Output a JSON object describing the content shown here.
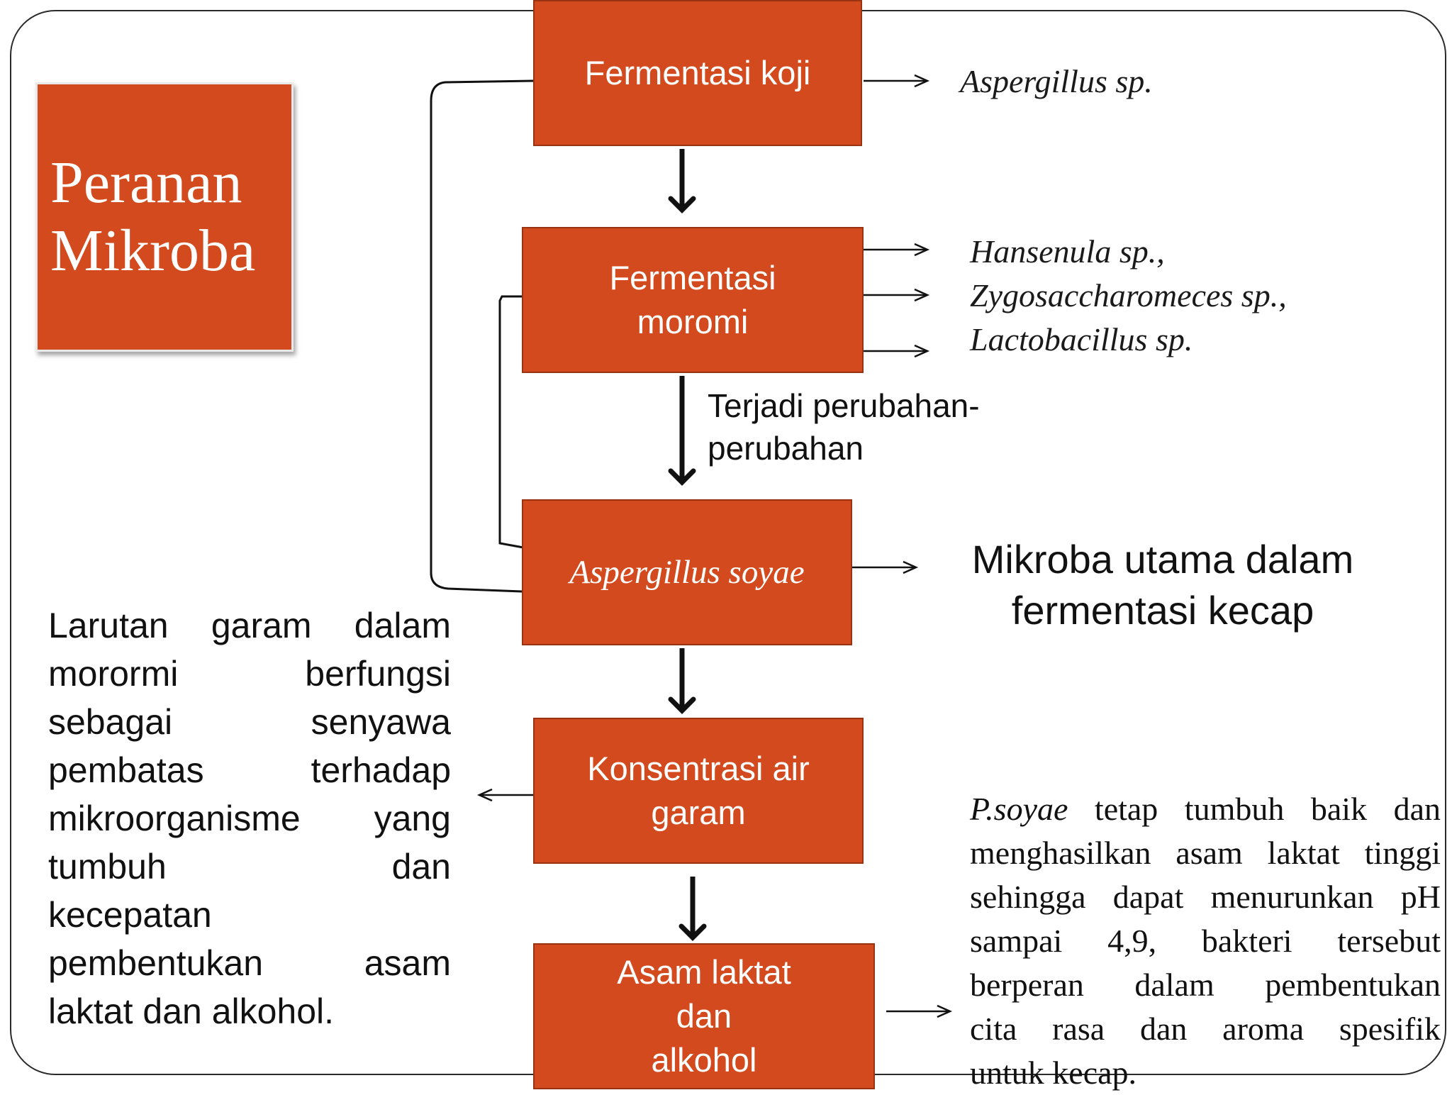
{
  "title": {
    "line1": "Peranan",
    "line2": "Mikroba"
  },
  "colors": {
    "box": "#d24a1d",
    "box_border": "#9a3312",
    "text": "#111111"
  },
  "flow": {
    "koji": "Fermentasi koji",
    "moromi_line1": "Fermentasi",
    "moromi_line2": "moromi",
    "soyae": "Aspergillus soyae",
    "konsentrasi_line1": "Konsentrasi  air",
    "konsentrasi_line2": "garam",
    "asam_line1": "Asam laktat",
    "asam_line2": "dan",
    "asam_line3": "alkohol"
  },
  "organisms": {
    "koji": "Aspergillus sp.",
    "moromi": [
      "Hansenula sp.,",
      "Zygosaccharomeces sp.,",
      "Lactobacillus sp."
    ]
  },
  "change_note": {
    "line1": "Terjadi perubahan-",
    "line2": "perubahan"
  },
  "main_microbe": {
    "line1": "Mikroba utama dalam",
    "line2": "fermentasi kecap"
  },
  "left_note": {
    "lines": [
      "Larutan garam dalam",
      "morormi berfungsi",
      "sebagai senyawa",
      "pembatas terhadap",
      "mikroorganisme yang",
      "tumbuh dan",
      "kecepatan",
      "pembentukan asam",
      "laktat dan alkohol."
    ]
  },
  "right_note": {
    "italic_start": "P.soyae",
    "line1_rest": " tetap tumbuh baik dan",
    "lines": [
      "menghasilkan asam laktat tinggi",
      "sehingga dapat menurunkan pH",
      "sampai 4,9, bakteri tersebut",
      "berperan dalam pembentukan",
      "cita rasa dan aroma spesifik",
      "untuk kecap."
    ]
  }
}
